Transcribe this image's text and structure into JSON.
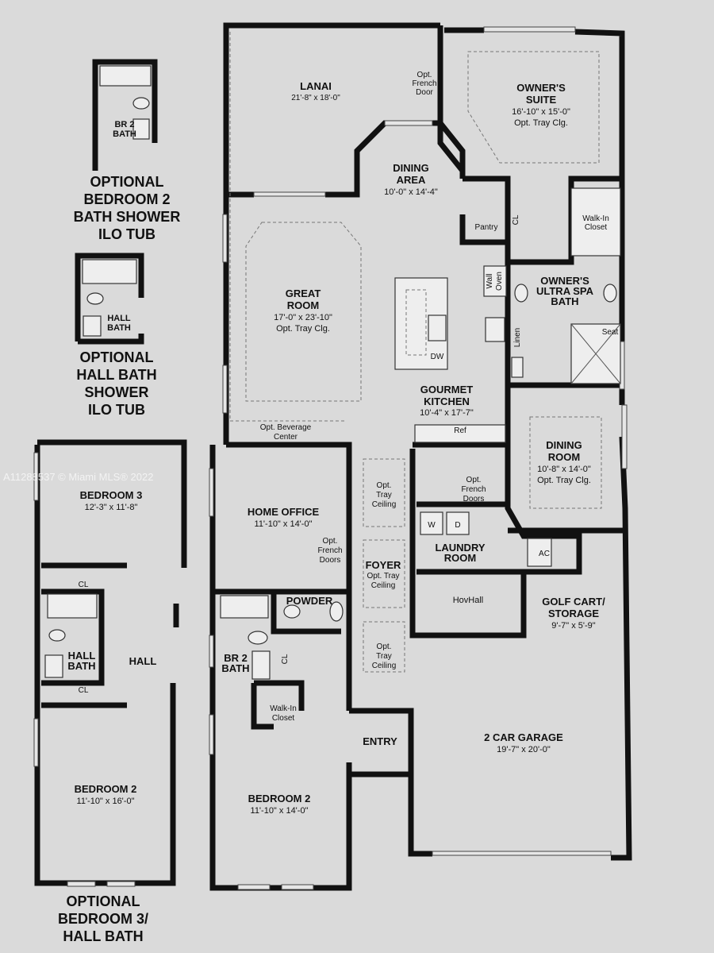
{
  "watermark": "A11288537 © Miami MLS® 2022",
  "captions": {
    "opt_br2_bath": [
      "OPTIONAL",
      "BEDROOM 2",
      "BATH SHOWER",
      "ILO TUB"
    ],
    "opt_hall_bath": [
      "OPTIONAL",
      "HALL BATH",
      "SHOWER",
      "ILO TUB"
    ],
    "opt_br3": [
      "OPTIONAL",
      "BEDROOM 3/",
      "HALL BATH"
    ]
  },
  "rooms": {
    "lanai": {
      "name": "LANAI",
      "dims": "21'-8\" x 18'-0\""
    },
    "french_door": [
      "Opt.",
      "French",
      "Door"
    ],
    "owners_suite": {
      "name": [
        "OWNER'S",
        "SUITE"
      ],
      "dims": "16'-10\" x 15'-0\"",
      "note": "Opt. Tray Clg."
    },
    "dining_area": {
      "name": [
        "DINING",
        "AREA"
      ],
      "dims": "10'-0\" x 14'-4\""
    },
    "great_room": {
      "name": [
        "GREAT",
        "ROOM"
      ],
      "dims": "17'-0\" x 23'-10\"",
      "note": "Opt. Tray Clg."
    },
    "pantry": "Pantry",
    "cl": "CL",
    "walk_in_closet": [
      "Walk-In",
      "Closet"
    ],
    "wall_oven": [
      "Wall",
      "Oven"
    ],
    "owners_bath": [
      "OWNER'S",
      "ULTRA SPA",
      "BATH"
    ],
    "linen": "Linen",
    "seat": "Seat",
    "dw": "DW",
    "kitchen": {
      "name": [
        "GOURMET",
        "KITCHEN"
      ],
      "dims": "10'-4\" x 17'-7\""
    },
    "ref": "Ref",
    "beverage": [
      "Opt. Beverage",
      "Center"
    ],
    "dining_room": {
      "name": [
        "DINING",
        "ROOM"
      ],
      "dims": "10'-8\" x 14'-0\"",
      "note": "Opt. Tray Clg."
    },
    "opt_french_doors": [
      "Opt.",
      "French",
      "Doors"
    ],
    "opt_tray_ceiling": [
      "Opt.",
      "Tray",
      "Ceiling"
    ],
    "home_office": {
      "name": "HOME OFFICE",
      "dims": "11'-10\" x 14'-0\""
    },
    "foyer": [
      "FOYER",
      "Opt. Tray",
      "Ceiling"
    ],
    "laundry": [
      "LAUNDRY",
      "ROOM"
    ],
    "w": "W",
    "d": "D",
    "ac": "AC",
    "hovhall": "HovHall",
    "golf_cart": {
      "name": [
        "GOLF CART/",
        "STORAGE"
      ],
      "dims": "9'-7\" x 5'-9\""
    },
    "powder": "POWDER",
    "br2_bath": [
      "BR 2",
      "BATH"
    ],
    "entry": "ENTRY",
    "garage": {
      "name": "2 CAR GARAGE",
      "dims": "19'-7\" x 20'-0\""
    },
    "bedroom2": {
      "name": "BEDROOM 2",
      "dims": "11'-10\" x 14'-0\""
    },
    "bedroom3": {
      "name": "BEDROOM 3",
      "dims": "12'-3\" x 11'-8\""
    },
    "hall_bath": [
      "HALL",
      "BATH"
    ],
    "hall": "HALL",
    "alt_bedroom2": {
      "name": "BEDROOM 2",
      "dims": "11'-10\" x 16'-0\""
    },
    "hall_bath_inset": [
      "HALL",
      "BATH"
    ]
  }
}
